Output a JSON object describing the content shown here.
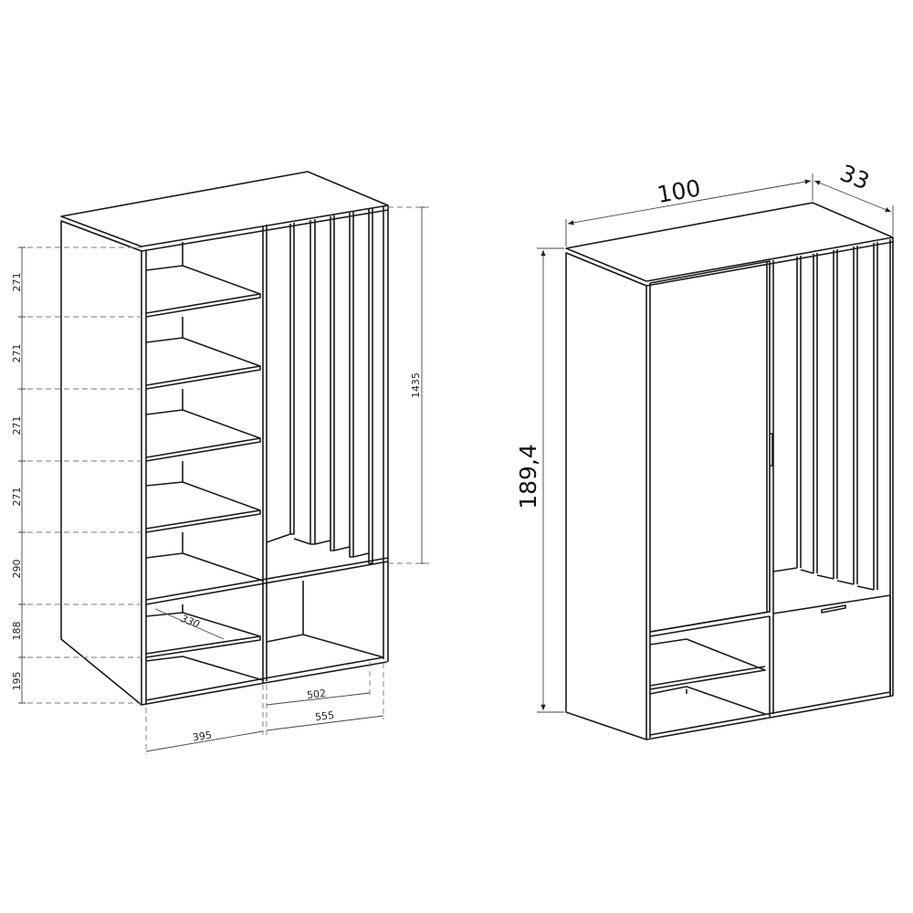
{
  "open_view": {
    "height_segments": [
      "271",
      "271",
      "271",
      "271",
      "290",
      "188",
      "195"
    ],
    "upper_hanging_height": "1435",
    "shelf_depth": "330",
    "right_inner_width": "502",
    "right_outer_width": "555",
    "left_width": "395"
  },
  "closed_view": {
    "width": "100",
    "depth": "33",
    "height": "189,4"
  }
}
